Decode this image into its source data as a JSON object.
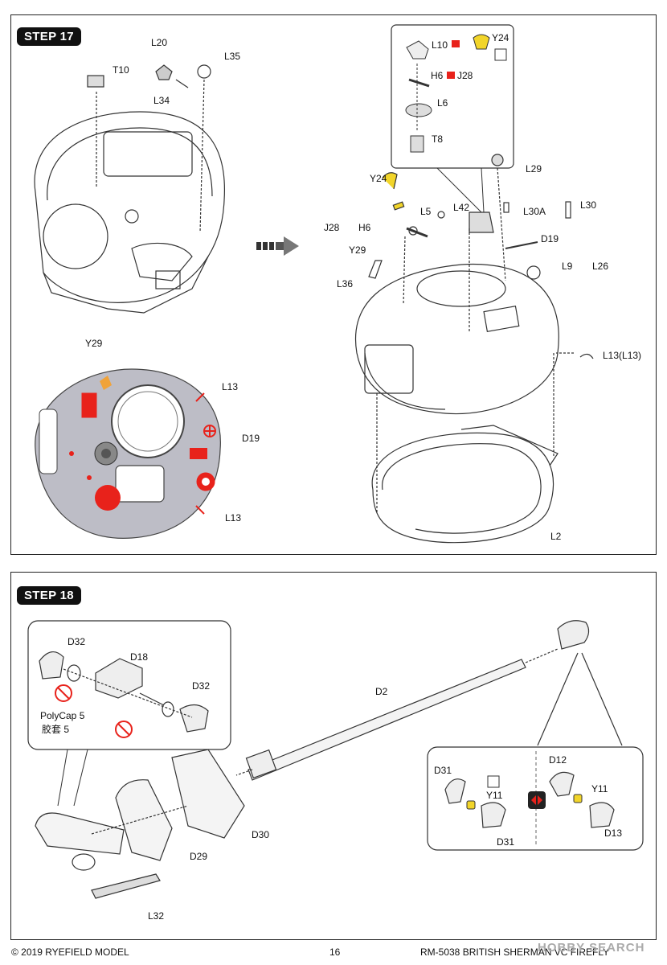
{
  "step17": {
    "title": "STEP 17",
    "labels": {
      "T10": "T10",
      "L20": "L20",
      "L35": "L35",
      "L34": "L34",
      "Y29_a": "Y29",
      "L13_a": "L13",
      "D19_a": "D19",
      "L13_b": "L13",
      "L10": "L10",
      "Y24_a": "Y24",
      "H6_a": "H6",
      "J28_a": "J28",
      "L6": "L6",
      "T8": "T8",
      "L29": "L29",
      "Y24_b": "Y24",
      "L5": "L5",
      "L42": "L42",
      "L30A": "L30A",
      "L30": "L30",
      "J28_b": "J28",
      "H6_b": "H6",
      "D19_b": "D19",
      "Y29_b": "Y29",
      "L9": "L9",
      "L26": "L26",
      "L36": "L36",
      "L13_c": "L13(L13)",
      "L2": "L2"
    }
  },
  "step18": {
    "title": "STEP 18",
    "labels": {
      "D32_a": "D32",
      "D18": "D18",
      "D32_b": "D32",
      "polycap": "PolyCap 5",
      "polycap_cn": "胶套 5",
      "D2": "D2",
      "D30": "D30",
      "D29": "D29",
      "L32": "L32",
      "D31_a": "D31",
      "Y11_a": "Y11",
      "D31_b": "D31",
      "D12": "D12",
      "Y11_b": "Y11",
      "D13": "D13"
    }
  },
  "footer": {
    "copyright": "© 2019 RYEFIELD MODEL",
    "page_number": "16",
    "product": "RM-5038 BRITISH SHERMAN VC FIREFLY",
    "watermark": "HOBBY SEARCH"
  },
  "colors": {
    "accent_red": "#e8221b",
    "accent_yellow": "#f2d52a",
    "accent_orange": "#f0a33a",
    "step_bg": "#111111"
  }
}
